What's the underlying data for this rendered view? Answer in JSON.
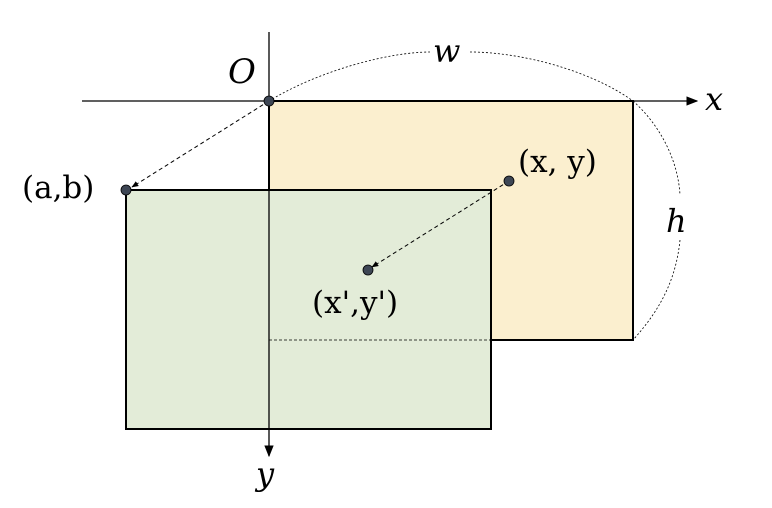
{
  "labels": {
    "origin": "O",
    "x_axis": "x",
    "y_axis": "y",
    "width": "w",
    "height": "h",
    "offset_point": "(a,b)",
    "source_point": "(x, y)",
    "target_point": "(x',y')"
  },
  "colors": {
    "original_rect_fill": "#fbefcf",
    "translated_rect_fill": "#e3ecd8",
    "stroke": "#000000",
    "point": "#3d4654"
  }
}
